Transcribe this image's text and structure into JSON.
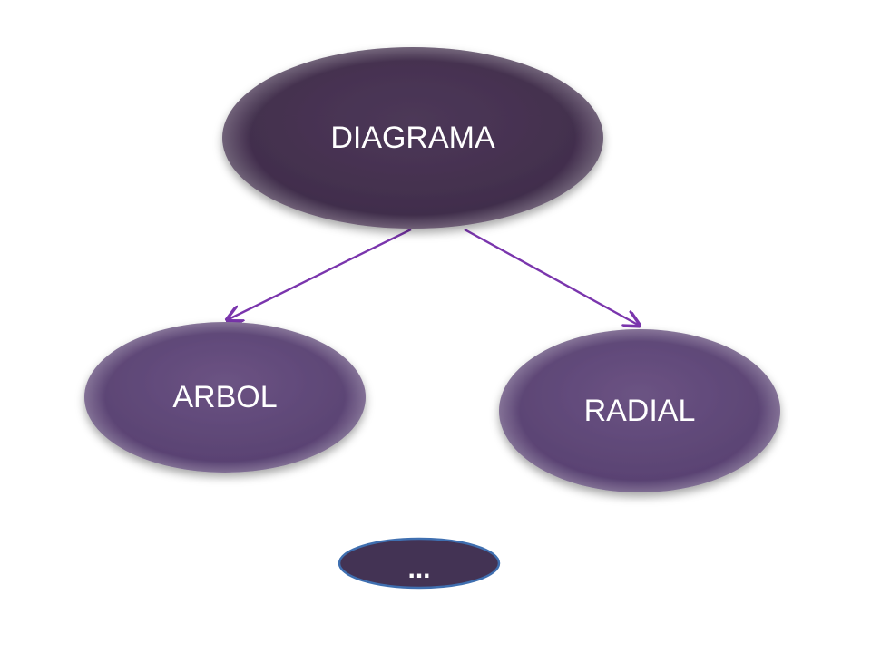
{
  "diagram": {
    "root": {
      "label": "DIAGRAMA"
    },
    "children": [
      {
        "label": "ARBOL"
      },
      {
        "label": "RADIAL"
      }
    ],
    "extra": {
      "label": "..."
    }
  },
  "colors": {
    "root_fill": "#473352",
    "child_fill": "#5e4876",
    "child_fill_light": "#6b5383",
    "extra_fill": "#433354",
    "extra_stroke": "#3f6fb0",
    "connector": "#7a35ad",
    "text": "#ffffff"
  }
}
